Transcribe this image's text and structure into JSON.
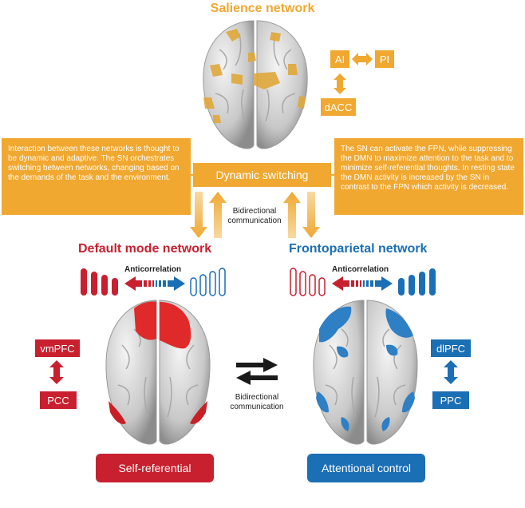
{
  "salience": {
    "title": "Salience network",
    "nodes": {
      "ai": "AI",
      "pi": "PI",
      "dacc": "dACC"
    }
  },
  "info_left": "Interaction between these networks is thought to be dynamic and adaptive. The SN orchestrates switching between networks, changing based on the demands of the task and the environment.",
  "info_right": "The SN can activate the FPN, while suppressing the DMN to maximize attention to the task and to minimize self-referential thoughts. In resting state the DMN activity is increased by the SN in contrast to the FPN which activity is decreased.",
  "switching_label": "Dynamic switching",
  "bidir_top": "Bidirectional communication",
  "bidir_mid": "Bidirectional communication",
  "dmn": {
    "title": "Default mode network",
    "anticorrelation": "Anticorrelation",
    "node_top": "vmPFC",
    "node_bottom": "PCC",
    "function": "Self-referential"
  },
  "fpn": {
    "title": "Frontoparietal network",
    "anticorrelation": "Anticorrelation",
    "node_top": "dlPFC",
    "node_bottom": "PPC",
    "function": "Attentional control"
  },
  "colors": {
    "orange": "#f0a830",
    "red": "#c8202f",
    "blue": "#1a6fb5",
    "brain": "#d9d9d9"
  }
}
